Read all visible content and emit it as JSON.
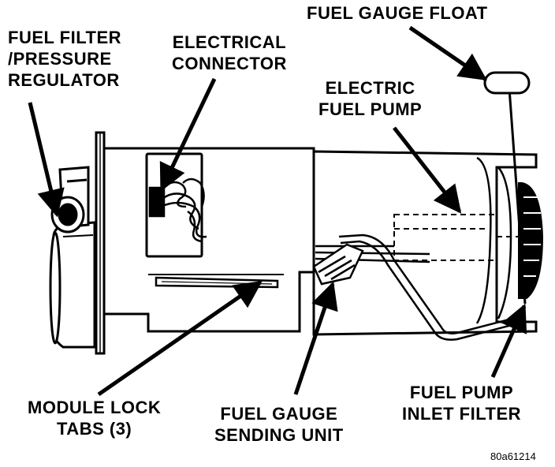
{
  "labels": {
    "fuel_filter": [
      "FUEL FILTER",
      "/PRESSURE",
      "REGULATOR"
    ],
    "electrical_connector": [
      "ELECTRICAL",
      "CONNECTOR"
    ],
    "fuel_gauge_float": [
      "FUEL GAUGE FLOAT"
    ],
    "electric_fuel_pump": [
      "ELECTRIC",
      "FUEL PUMP"
    ],
    "module_lock_tabs": [
      "MODULE LOCK",
      "TABS (3)"
    ],
    "fuel_gauge_sending_unit": [
      "FUEL GAUGE",
      "SENDING UNIT"
    ],
    "fuel_pump_inlet_filter": [
      "FUEL PUMP",
      "INLET FILTER"
    ]
  },
  "reference_code": "80a61214",
  "colors": {
    "ink": "#000000",
    "paper": "#ffffff"
  }
}
